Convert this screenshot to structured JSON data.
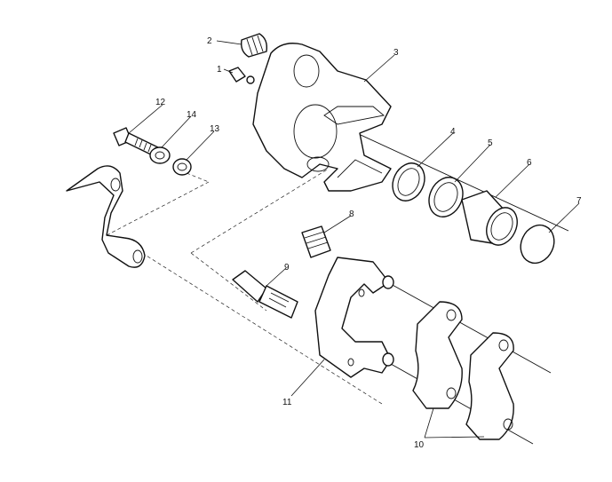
{
  "callouts": {
    "c1a": "1",
    "c2": "2",
    "c3": "3",
    "c4": "4",
    "c5": "5",
    "c6": "6",
    "c7": "7",
    "c8": "8",
    "c9": "9",
    "c10": "10",
    "c11": "11",
    "c12": "12",
    "c13": "13",
    "c14": "14"
  }
}
